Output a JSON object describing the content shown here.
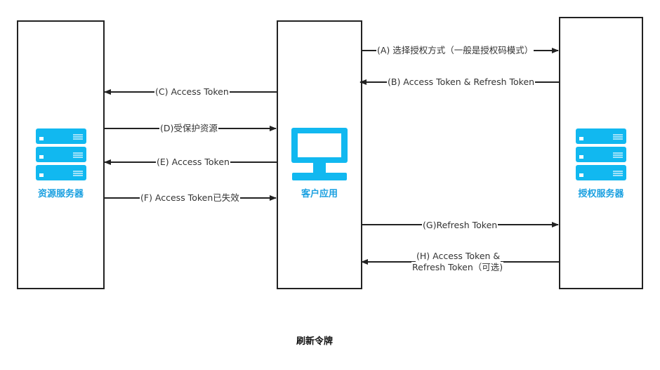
{
  "nodes": {
    "resource_server": {
      "label": "资源服务器",
      "icon": "server-icon"
    },
    "client_app": {
      "label": "客户应用",
      "icon": "monitor-icon"
    },
    "auth_server": {
      "label": "授权服务器",
      "icon": "server-icon"
    }
  },
  "edges": {
    "a": "(A) 选择授权方式（一般是授权码模式）",
    "b": "(B) Access Token & Refresh Token",
    "c": "(C) Access Token",
    "d": "(D)受保护资源",
    "e": "(E) Access Token",
    "f": "(F) Access Token已失效",
    "g": "(G)Refresh Token",
    "h_line1": "(H) Access Token &",
    "h_line2": "Refresh Token（可选)"
  },
  "caption": "刷新令牌",
  "colors": {
    "icon": "#11b8f0",
    "label": "#1aa0e0",
    "line": "#222222"
  }
}
